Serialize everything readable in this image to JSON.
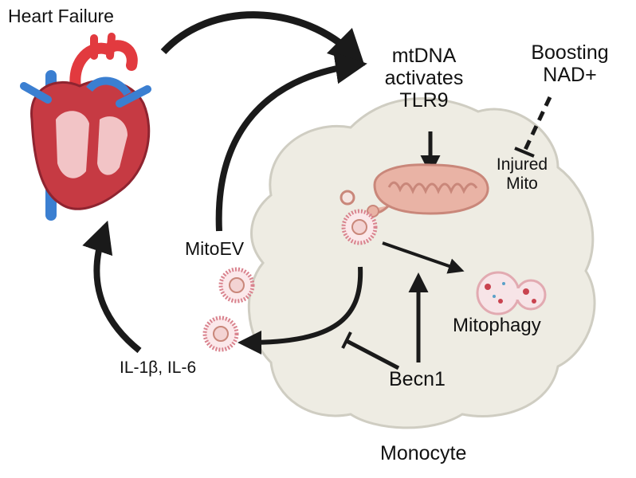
{
  "labels": {
    "heart_failure": "Heart Failure",
    "mtdna_line1": "mtDNA",
    "mtdna_line2": "activates",
    "mtdna_line3": "TLR9",
    "boosting_line1": "Boosting",
    "boosting_line2": "NAD+",
    "injured_line1": "Injured",
    "injured_line2": "Mito",
    "mitoev": "MitoEV",
    "mitophagy": "Mitophagy",
    "il": "IL-1β, IL-6",
    "becn1": "Becn1",
    "monocyte": "Monocyte"
  },
  "colors": {
    "arrow": "#1a1a1a",
    "cell_fill": "#eeece3",
    "cell_outline": "#cfcdc2",
    "mito_fill": "#e9b3a5",
    "mito_stroke": "#c9877a",
    "vesicle": "#d9838e",
    "artery": "#e23a3f",
    "vein": "#3b7fd1",
    "heart_muscle": "#c63a43"
  }
}
